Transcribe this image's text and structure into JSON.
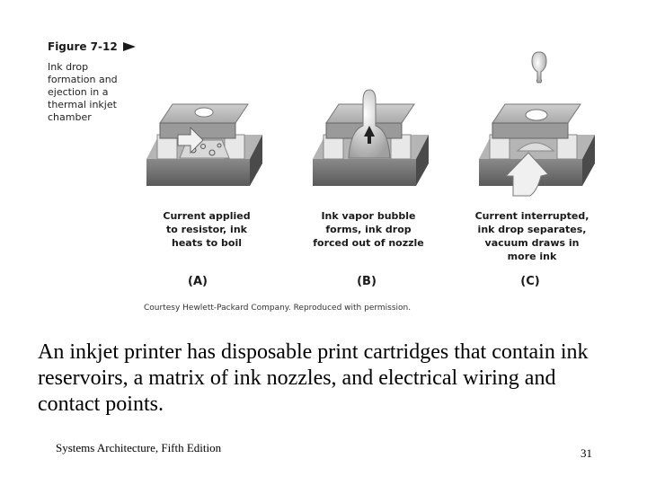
{
  "figure": {
    "title": "Figure 7-12",
    "description_lines": [
      "Ink drop",
      "formation and",
      "ejection in a",
      "thermal inkjet",
      "chamber"
    ],
    "panels": [
      {
        "label": "(A)",
        "caption_lines": [
          "Current applied",
          "to resistor, ink",
          "heats to boil"
        ]
      },
      {
        "label": "(B)",
        "caption_lines": [
          "Ink vapor bubble",
          "forms, ink drop",
          "forced out of nozzle"
        ]
      },
      {
        "label": "(C)",
        "caption_lines": [
          "Current interrupted,",
          "ink drop separates,",
          "vacuum draws in",
          "more ink"
        ]
      }
    ],
    "credit": "Courtesy Hewlett-Packard Company. Reproduced with permission."
  },
  "body_text": "An inkjet printer has disposable print cartridges that contain ink reservoirs, a matrix of ink nozzles, and electrical wiring and contact points.",
  "footer": {
    "left": "Systems Architecture, Fifth Edition",
    "page_number": "31"
  }
}
